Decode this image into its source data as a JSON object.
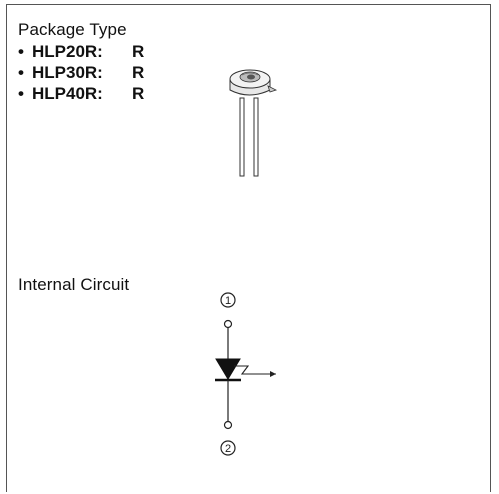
{
  "package_type": {
    "title": "Package Type",
    "items": [
      {
        "bullet": "•",
        "model": "HLP20R:",
        "code": "R"
      },
      {
        "bullet": "•",
        "model": "HLP30R:",
        "code": "R"
      },
      {
        "bullet": "•",
        "model": "HLP40R:",
        "code": "R"
      }
    ]
  },
  "internal_circuit": {
    "title": "Internal Circuit",
    "pin1_label": "1",
    "pin2_label": "2"
  }
}
